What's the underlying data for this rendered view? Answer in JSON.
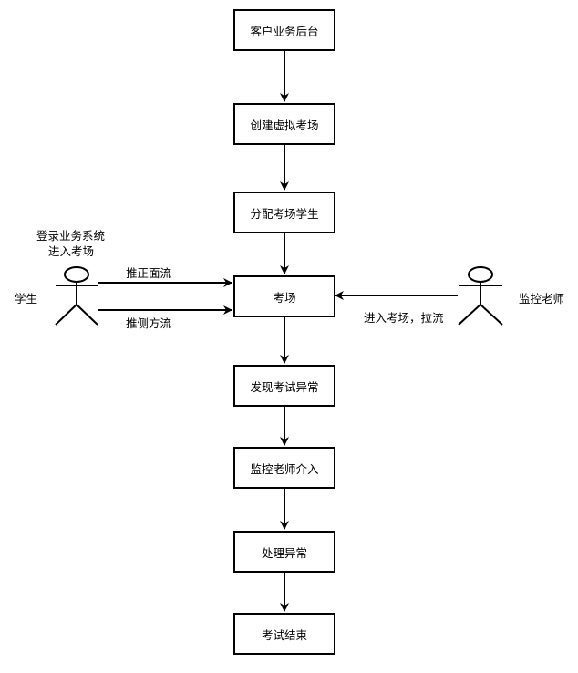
{
  "nodes": [
    {
      "id": "backend",
      "label": "客户业务后台"
    },
    {
      "id": "create-room",
      "label": "创建虚拟考场"
    },
    {
      "id": "assign",
      "label": "分配考场学生"
    },
    {
      "id": "room",
      "label": "考场"
    },
    {
      "id": "anomaly",
      "label": "发现考试异常"
    },
    {
      "id": "intervene",
      "label": "监控老师介入"
    },
    {
      "id": "handle",
      "label": "处理异常"
    },
    {
      "id": "end",
      "label": "考试结束"
    }
  ],
  "actors": {
    "student": {
      "label": "学生",
      "note_line1": "登录业务系统",
      "note_line2": "进入考场"
    },
    "teacher": {
      "label": "监控老师"
    }
  },
  "edges": {
    "front_stream": "推正面流",
    "side_stream": "推侧方流",
    "teacher_pull": "进入考场，拉流"
  }
}
